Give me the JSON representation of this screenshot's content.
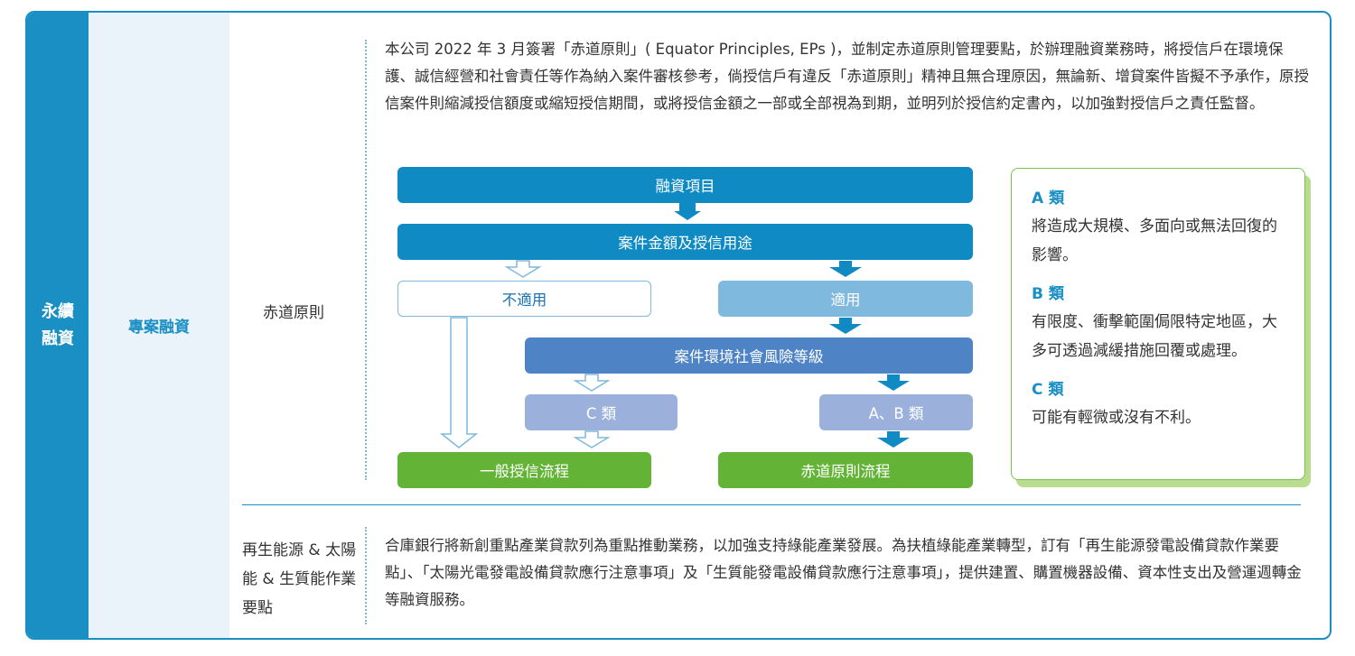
{
  "category": "永續融資",
  "subcategory": "專案融資",
  "section1": {
    "label": "赤道原則",
    "paragraph": "本公司 2022 年 3 月簽署「赤道原則」( Equator Principles, EPs )，並制定赤道原則管理要點，於辦理融資業務時，將授信戶在環境保護、誠信經營和社會責任等作為納入案件審核參考，倘授信戶有違反「赤道原則」精神且無合理原因，無論新、增貸案件皆擬不予承作，原授信案件則縮減授信額度或縮短授信期間，或將授信金額之一部或全部視為到期，並明列於授信約定書內，以加強對授信戶之責任監督。",
    "flow": {
      "project": "融資項目",
      "amount": "案件金額及授信用途",
      "not_applicable": "不適用",
      "applicable": "適用",
      "risk_level": "案件環境社會風險等級",
      "class_c": "C 類",
      "class_ab": "A、B 類",
      "general_flow": "一般授信流程",
      "ep_flow": "赤道原則流程"
    },
    "legend": [
      {
        "title": "A 類",
        "desc": "將造成大規模、多面向或無法回復的影響。"
      },
      {
        "title": "B 類",
        "desc": "有限度、衝擊範圍侷限特定地區，大多可透過減緩措施回覆或處理。"
      },
      {
        "title": "C 類",
        "desc": "可能有輕微或沒有不利。"
      }
    ]
  },
  "section2": {
    "label": "再生能源 & 太陽能 & 生質能作業要點",
    "paragraph": "合庫銀行將新創重點產業貸款列為重點推動業務，以加強支持綠能產業發展。為扶植綠能產業轉型，訂有「再生能源發電設備貸款作業要點」、「太陽光電發電設備貸款應行注意事項」及「生質能發電設備貸款應行注意事項」，提供建置、購置機器設備、資本性支出及營運週轉金等融資服務。"
  },
  "colors": {
    "brand": "#1a8fc4",
    "brand_light": "#e9f3f9",
    "green": "#62b336"
  }
}
